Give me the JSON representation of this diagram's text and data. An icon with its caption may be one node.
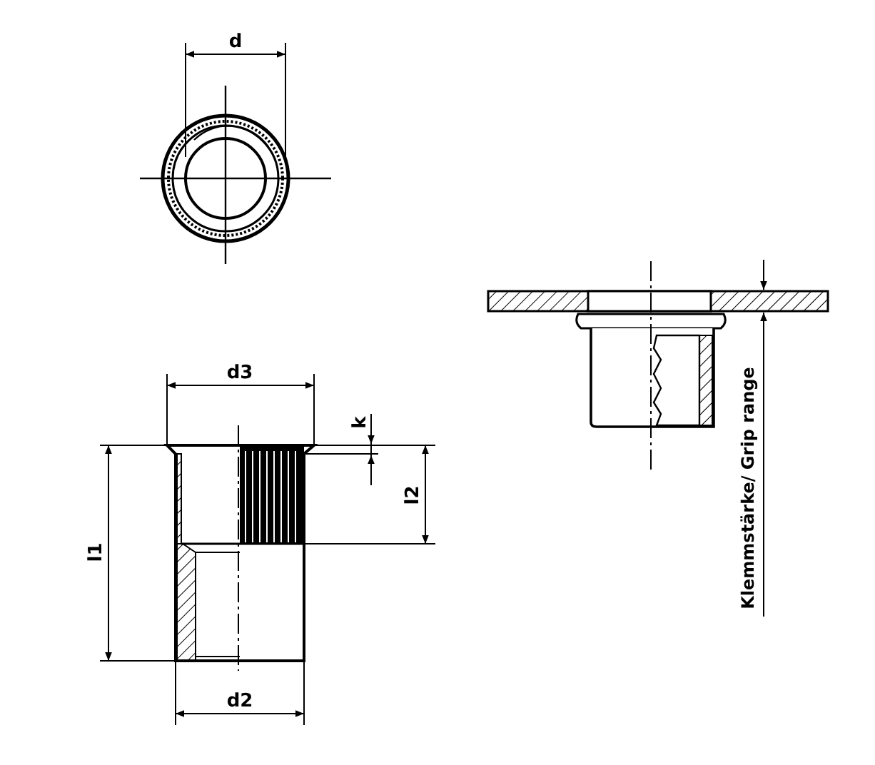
{
  "diagram": {
    "labels": [
      "d",
      "d3",
      "k",
      "l2",
      "l1",
      "d2",
      "Klemmstärke/ Grip range"
    ]
  }
}
